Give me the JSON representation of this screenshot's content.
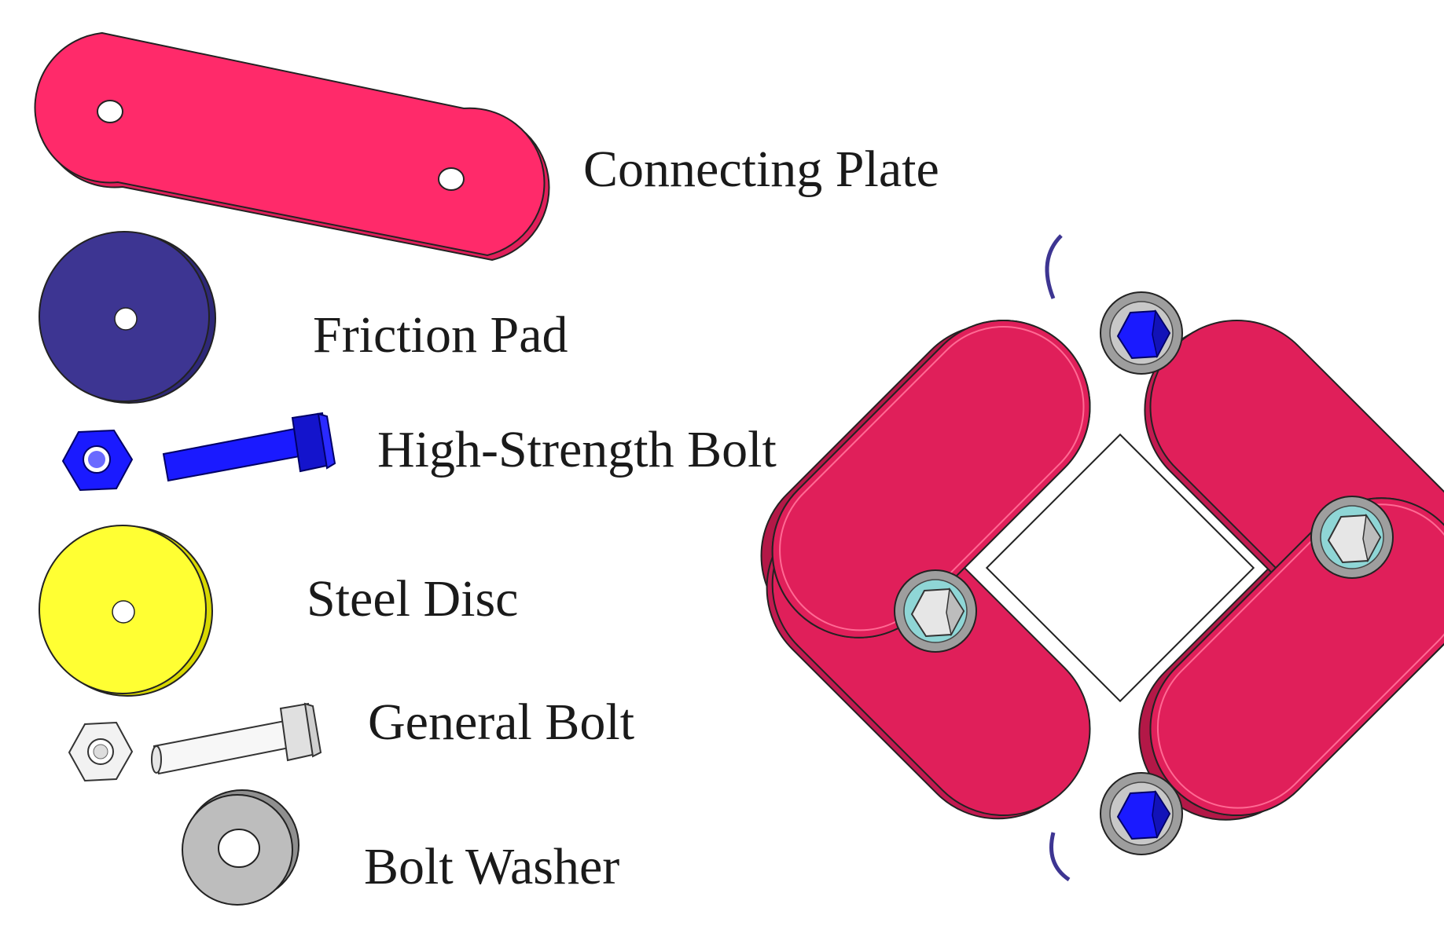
{
  "components": [
    {
      "id": "connecting_plate",
      "label": "Connecting Plate",
      "color": "#ff2a6a",
      "icon": "connecting-plate-icon"
    },
    {
      "id": "friction_pad",
      "label": "Friction Pad",
      "color": "#3d3592",
      "icon": "friction-pad-icon"
    },
    {
      "id": "high_strength_bolt",
      "label": "High-Strength Bolt",
      "color": "#1a1aff",
      "icon": "high-strength-bolt-icon"
    },
    {
      "id": "steel_disc",
      "label": "Steel Disc",
      "color": "#ffff33",
      "icon": "steel-disc-icon"
    },
    {
      "id": "general_bolt",
      "label": "General Bolt",
      "color": "#f2f2f2",
      "icon": "general-bolt-icon"
    },
    {
      "id": "bolt_washer",
      "label": "Bolt Washer",
      "color": "#bdbdbd",
      "icon": "bolt-washer-icon"
    }
  ],
  "assembly": {
    "plate_color": "#e01f5a",
    "icon": "assembled-damper-icon"
  }
}
